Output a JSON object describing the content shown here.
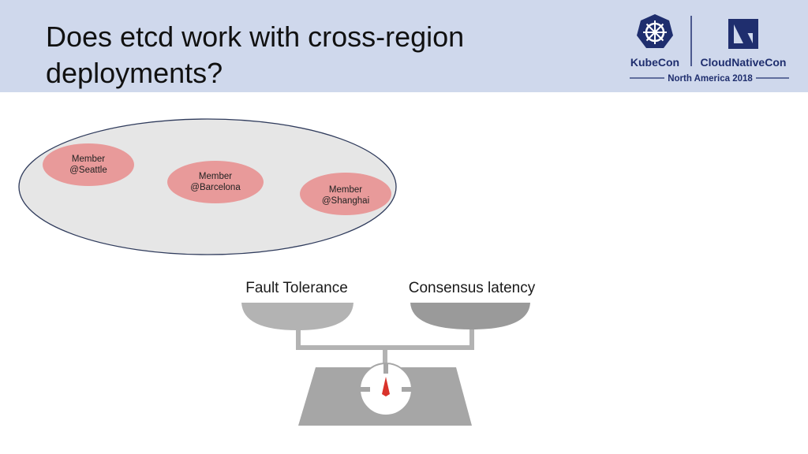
{
  "slide": {
    "title": "Does etcd work with cross-region deployments?"
  },
  "logo": {
    "left_text": "KubeCon",
    "right_text": "CloudNativeCon",
    "subtitle": "North America 2018",
    "brand_color": "#1f2e6e",
    "left_icon": "helm-wheel-icon",
    "right_icon": "cncf-icon"
  },
  "cluster": {
    "members": [
      {
        "line1": "Member",
        "line2": "@Seattle"
      },
      {
        "line1": "Member",
        "line2": "@Barcelona"
      },
      {
        "line1": "Member",
        "line2": "@Shanghai"
      }
    ],
    "member_color": "#e89a9a",
    "cluster_color": "#e6e6e6"
  },
  "scale": {
    "left_pan_label": "Fault Tolerance",
    "right_pan_label": "Consensus latency",
    "left_pan_color": "#b3b3b3",
    "right_pan_color": "#9a9a9a",
    "needle_color": "#d9332b"
  }
}
